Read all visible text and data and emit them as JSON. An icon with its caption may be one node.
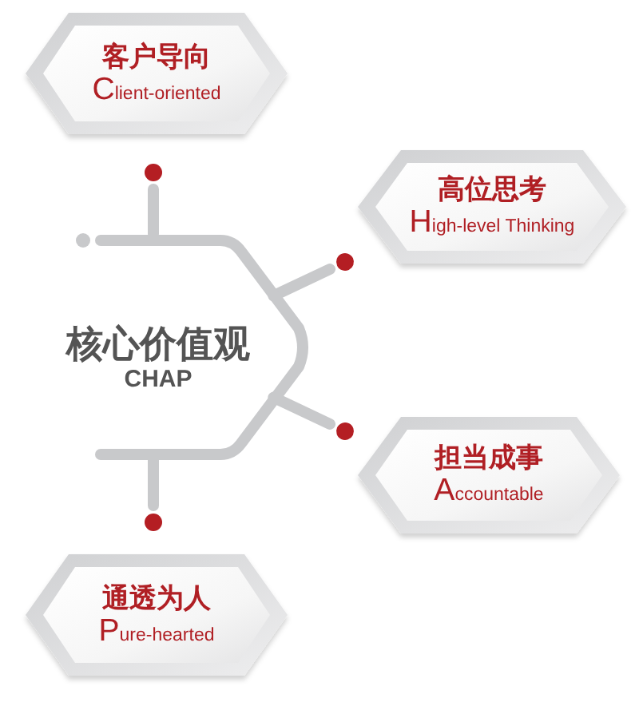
{
  "diagram": {
    "nodes": [
      {
        "text": [
          "客户导向",
          "Client-oriented"
        ]
      },
      {
        "text": [
          "高位思考",
          "High-level Thinking"
        ]
      },
      {
        "text": [
          "核心价值观",
          "CHAP"
        ]
      },
      {
        "text": [
          "担当成事",
          "Accountable"
        ]
      },
      {
        "text": [
          "通透为人",
          "Pure-hearted"
        ]
      }
    ],
    "edges": [
      {
        "from": 2,
        "to": 0,
        "arrow": "other"
      },
      {
        "from": 2,
        "to": 1,
        "arrow": "other"
      },
      {
        "from": 2,
        "to": 3,
        "arrow": "other"
      },
      {
        "from": 2,
        "to": 4,
        "arrow": "other"
      }
    ]
  }
}
